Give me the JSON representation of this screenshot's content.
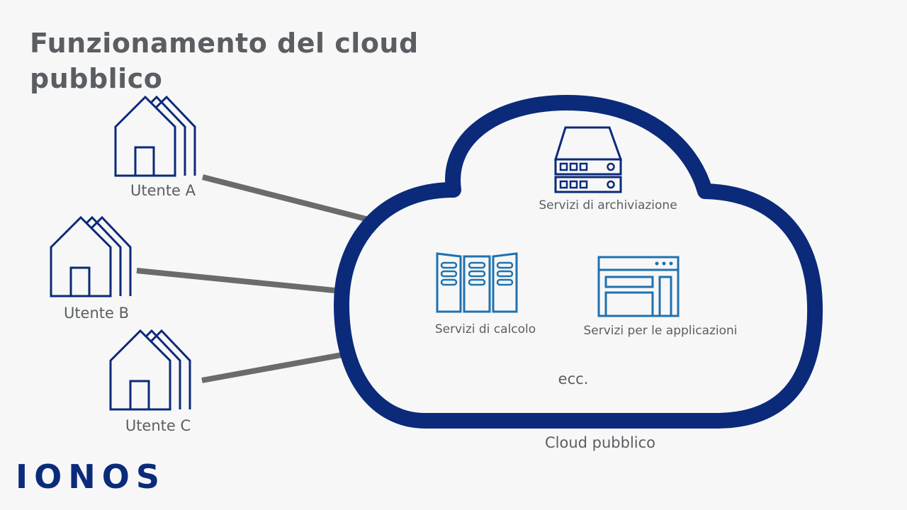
{
  "title": "Funzionamento del cloud pubblico",
  "users": [
    {
      "label": "Utente A"
    },
    {
      "label": "Utente B"
    },
    {
      "label": "Utente C"
    }
  ],
  "cloud": {
    "label": "Cloud pubblico",
    "services": {
      "storage": "Servizi di archiviazione",
      "compute": "Servizi di calcolo",
      "applications": "Servizi per le applicazioni",
      "etc": "ecc."
    }
  },
  "logo": "IONOS",
  "colors": {
    "navy": "#0b2a7a",
    "icon_blue": "#1f72b0",
    "connector": "#6b6b6b",
    "text": "#5a5e62"
  }
}
